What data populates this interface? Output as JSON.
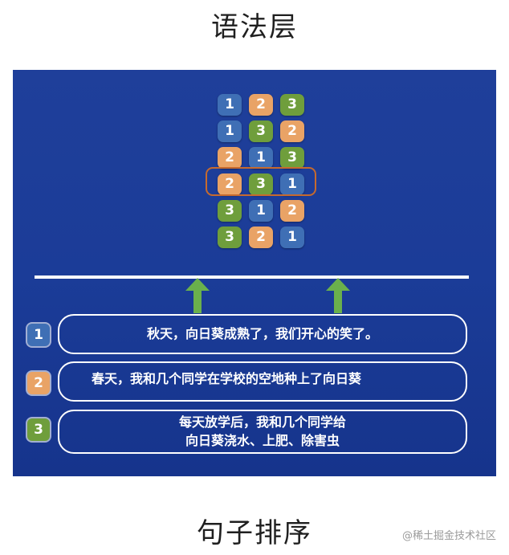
{
  "title_top": "语法层",
  "title_bottom": "句子排序",
  "watermark": "@稀土掘金技术社区",
  "colors": {
    "one": "#3f6fb5",
    "two": "#e9a366",
    "three": "#6f9e3c",
    "panel": "#1b3c98",
    "highlight": "#c66a2e",
    "arrow": "#6ab04c"
  },
  "permutations": [
    [
      "1",
      "2",
      "3"
    ],
    [
      "1",
      "3",
      "2"
    ],
    [
      "2",
      "1",
      "3"
    ],
    [
      "2",
      "3",
      "1"
    ],
    [
      "3",
      "1",
      "2"
    ],
    [
      "3",
      "2",
      "1"
    ]
  ],
  "highlighted_permutation": 4,
  "sentences": [
    {
      "number": "1",
      "text": "秋天，向日葵成熟了，我们开心的笑了。"
    },
    {
      "number": "2",
      "text": "春天，我和几个同学在学校的空地种上了向日葵"
    },
    {
      "number": "3",
      "line1": "每天放学后，我和几个同学给",
      "line2": "向日葵浇水、上肥、除害虫"
    }
  ]
}
